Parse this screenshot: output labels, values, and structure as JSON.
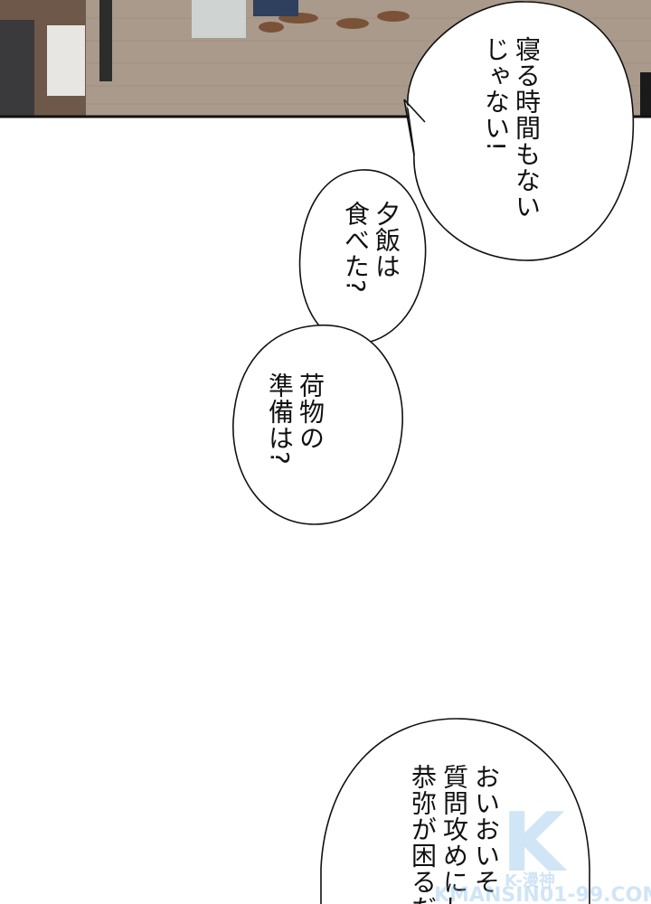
{
  "panel": {
    "floor_color": "#a99a8b",
    "border_color": "#111111"
  },
  "bubbles": [
    {
      "lines": [
        "寝る時間もない",
        "じゃない!"
      ]
    },
    {
      "lines": [
        "夕飯は",
        "食べた?"
      ]
    },
    {
      "lines": [
        "荷物の",
        "準備は?"
      ]
    },
    {
      "lines": [
        "おいおいそ",
        "質問攻めにし",
        "恭弥が困るだ"
      ]
    }
  ],
  "watermark": {
    "logo": "K",
    "tagline": "K-漫神",
    "site": "KMANSIN01-99.COM"
  }
}
